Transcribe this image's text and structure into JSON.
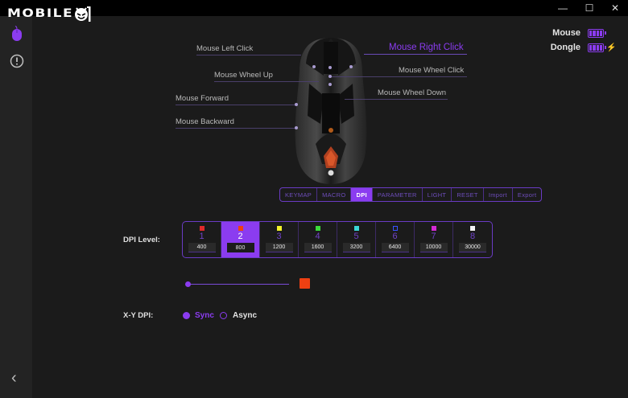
{
  "app": {
    "logo_text": "MOBILE",
    "logo_suffix_icon": "mobile01-face-logo"
  },
  "window_controls": {
    "minimize": "—",
    "maximize": "☐",
    "close": "✕"
  },
  "sidebar": {
    "items": [
      {
        "name": "mouse",
        "icon": "mouse-icon",
        "active": true
      },
      {
        "name": "info",
        "icon": "alert-circle-icon",
        "active": false
      }
    ],
    "back_icon": "‹"
  },
  "status": {
    "mouse_label": "Mouse",
    "mouse_battery_bars": 4,
    "dongle_label": "Dongle",
    "dongle_battery_bars": 4,
    "dongle_charging": true
  },
  "callouts": {
    "left_click": "Mouse Left Click",
    "wheel_up": "Mouse Wheel Up",
    "forward": "Mouse Forward",
    "backward": "Mouse Backward",
    "right_click": "Mouse Right Click",
    "wheel_click": "Mouse Wheel Click",
    "wheel_down": "Mouse Wheel Down"
  },
  "tabs": [
    {
      "label": "KEYMAP",
      "active": false
    },
    {
      "label": "MACRO",
      "active": false
    },
    {
      "label": "DPI",
      "active": true
    },
    {
      "label": "PARAMETER",
      "active": false
    },
    {
      "label": "LIGHT",
      "active": false
    },
    {
      "label": "RESET",
      "active": false
    },
    {
      "label": "Import",
      "active": false
    },
    {
      "label": "Export",
      "active": false
    }
  ],
  "dpi": {
    "level_label": "DPI Level:",
    "selected_level": 2,
    "levels": [
      {
        "num": "1",
        "value": "400",
        "color": "#e02a2a"
      },
      {
        "num": "2",
        "value": "800",
        "color": "#ee4012"
      },
      {
        "num": "3",
        "value": "1200",
        "color": "#f2f22a"
      },
      {
        "num": "4",
        "value": "1600",
        "color": "#3bdc3b"
      },
      {
        "num": "5",
        "value": "3200",
        "color": "#3ad6d6"
      },
      {
        "num": "6",
        "value": "6400",
        "color": "#2a3ae0"
      },
      {
        "num": "7",
        "value": "10000",
        "color": "#d42ad4"
      },
      {
        "num": "8",
        "value": "30000",
        "color": "#f4f4f4"
      }
    ],
    "slider_position_pct": 0,
    "current_color": "#ee4012"
  },
  "xy_dpi": {
    "label": "X-Y DPI:",
    "options": [
      {
        "label": "Sync",
        "selected": true
      },
      {
        "label": "Async",
        "selected": false
      }
    ]
  },
  "colors": {
    "accent": "#8b3cf0",
    "background": "#1b1b1b",
    "sidebar": "#232323",
    "titlebar": "#000000"
  }
}
